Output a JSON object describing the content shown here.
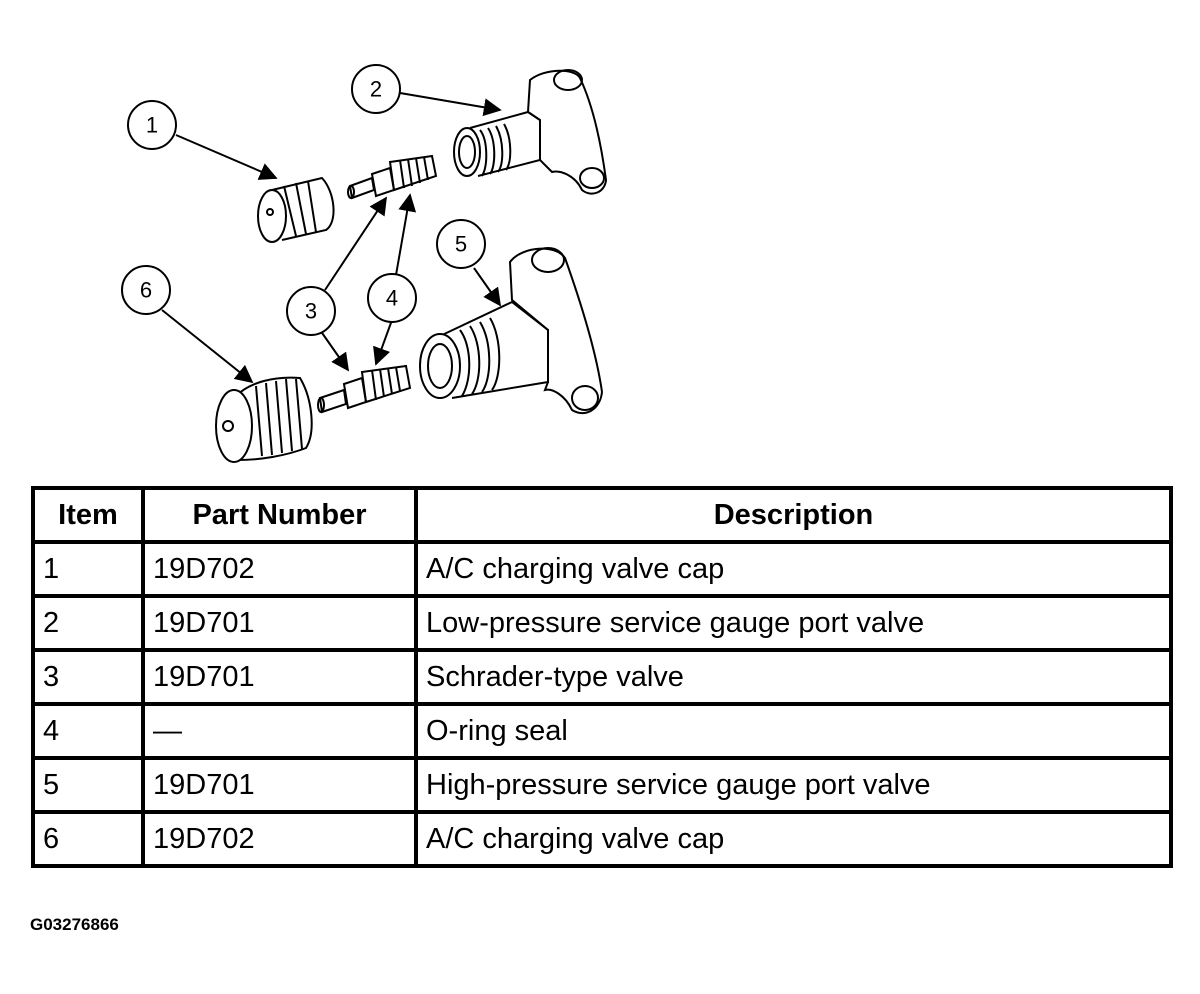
{
  "figure": {
    "callouts": [
      "1",
      "2",
      "3",
      "4",
      "5",
      "6"
    ]
  },
  "table": {
    "headers": {
      "item": "Item",
      "part_number": "Part Number",
      "description": "Description"
    },
    "rows": [
      {
        "item": "1",
        "part_number": "19D702",
        "description": "A/C charging valve cap"
      },
      {
        "item": "2",
        "part_number": "19D701",
        "description": "Low-pressure service gauge port valve"
      },
      {
        "item": "3",
        "part_number": "19D701",
        "description": "Schrader-type valve"
      },
      {
        "item": "4",
        "part_number": "—",
        "description": "O-ring seal"
      },
      {
        "item": "5",
        "part_number": "19D701",
        "description": "High-pressure service gauge port valve"
      },
      {
        "item": "6",
        "part_number": "19D702",
        "description": "A/C charging valve cap"
      }
    ]
  },
  "figure_id": "G03276866"
}
